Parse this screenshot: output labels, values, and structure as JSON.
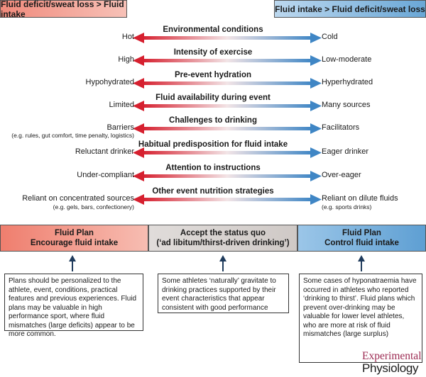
{
  "header": {
    "left": "Fluid deficit/sweat loss  >  Fluid intake",
    "right": "Fluid intake > Fluid deficit/sweat loss"
  },
  "colors": {
    "red": "#d6202f",
    "blue": "#3f86c5",
    "red_light": "#f7c1b7",
    "blue_light": "#bcd8ef"
  },
  "factors": [
    {
      "title": "Environmental conditions",
      "left": "Hot",
      "right": "Cold"
    },
    {
      "title": "Intensity of exercise",
      "left": "High",
      "right": "Low-moderate"
    },
    {
      "title": "Pre-event hydration",
      "left": "Hypohydrated",
      "right": "Hyperhydrated"
    },
    {
      "title": "Fluid availability during event",
      "left": "Limited",
      "right": "Many sources"
    },
    {
      "title": "Challenges to drinking",
      "left": "Barriers",
      "left_sub": "(e.g. rules, gut comfort, time penalty, logistics)",
      "right": "Facilitators"
    },
    {
      "title": "Habitual predisposition for fluid intake",
      "left": "Reluctant drinker",
      "right": "Eager drinker"
    },
    {
      "title": "Attention to instructions",
      "left": "Under-compliant",
      "right": "Over-eager"
    },
    {
      "title": "Other event nutrition strategies",
      "left": "Reliant on concentrated sources",
      "left_sub": "(e.g. gels, bars, confectionery)",
      "right": "Reliant on dilute fluids",
      "right_sub": "(e.g. sports drinks)"
    }
  ],
  "plans": [
    {
      "line1": "Fluid Plan",
      "line2": "Encourage fluid intake"
    },
    {
      "line1": "Accept the status quo",
      "line2": "(‘ad libitum/thirst-driven drinking’)"
    },
    {
      "line1": "Fluid Plan",
      "line2": "Control fluid intake"
    }
  ],
  "descriptions": [
    "Plans should be personalized to the athlete, event, conditions, practical features and previous experiences. Fluid plans may be valuable in high performance sport, where fluid mismatches (large deficits) appear to be more common.",
    "Some athletes ‘naturally’ gravitate to drinking practices supported by their event characteristics that appear consistent with good performance",
    "Some cases of hyponatraemia have occurred in athletes who reported ‘drinking to thirst’. Fluid plans which prevent over-drinking may be valuable for lower level athletes, who are more at risk of fluid mismatches (large surplus)"
  ],
  "logo": {
    "line1": "Experimental",
    "line2": "Physiology"
  }
}
